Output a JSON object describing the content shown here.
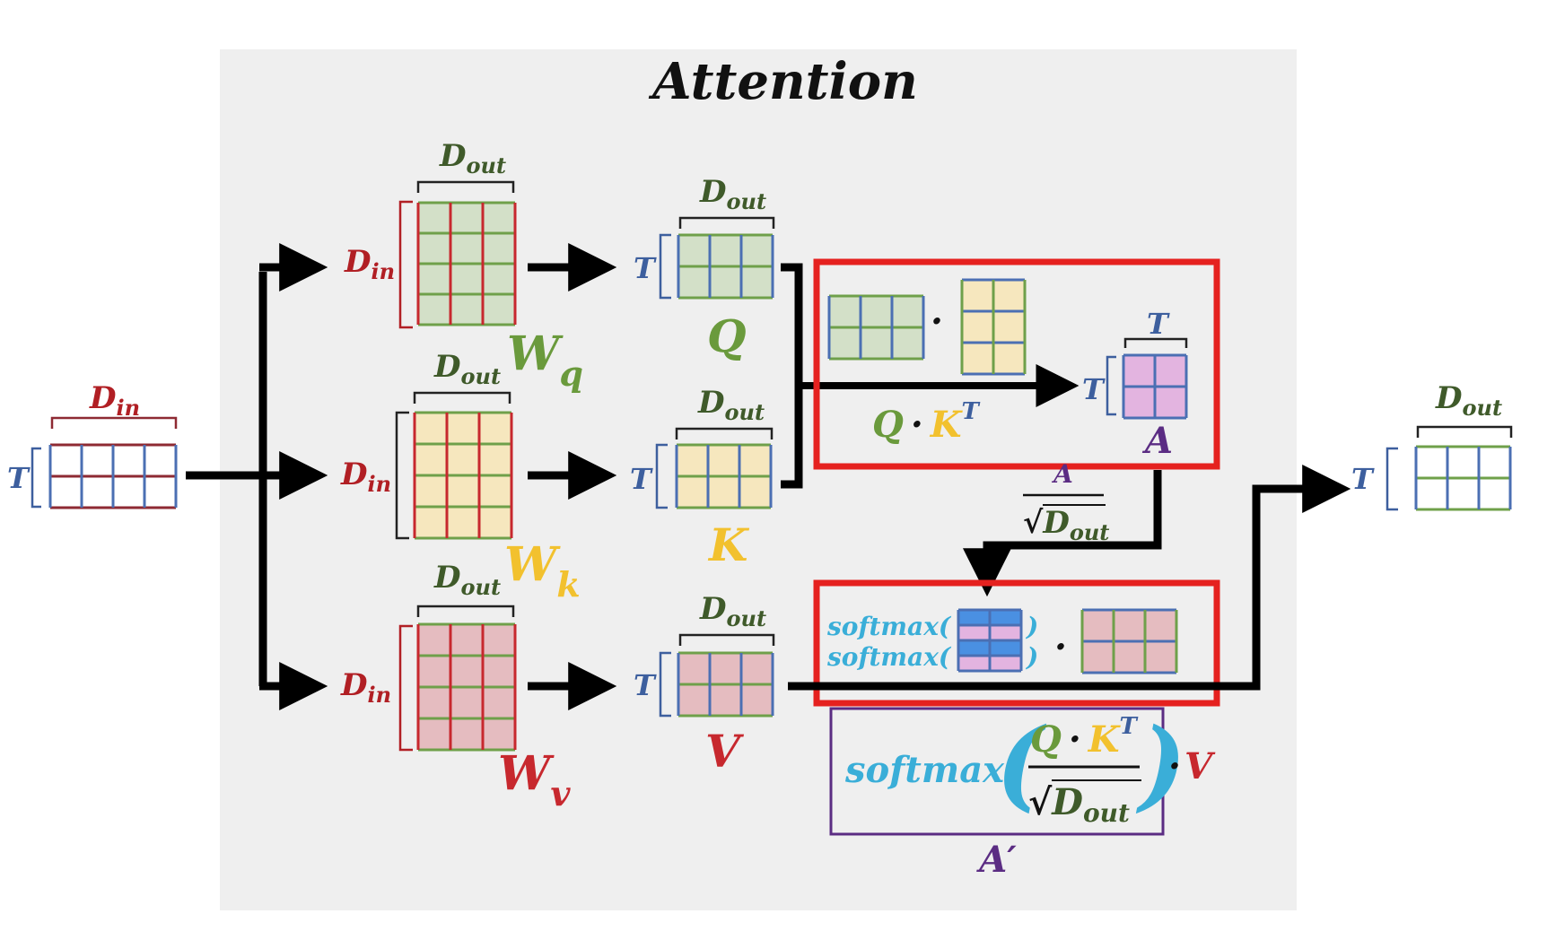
{
  "title": "Attention",
  "colors": {
    "panel": "#efefef",
    "arrow": "#000000",
    "red_box": "#e5211f",
    "purple_box": "#5b2c83",
    "label_red": "#b11f24",
    "label_green": "#6a9a3c",
    "label_darkgreen": "#3f5a2a",
    "label_blue": "#3d5f9e",
    "label_yellow": "#f2c12e",
    "label_purple": "#5b2c83",
    "label_cyan": "#3aaed8",
    "fill_green": "#d3e0c8",
    "fill_yellow": "#f6e7be",
    "fill_pink": "#e5bcc0",
    "fill_violet": "#e3b4e0",
    "fill_blueband": "#4a90e2",
    "grid_green": "#6fa04a",
    "grid_blue": "#4b6fb3",
    "grid_red": "#c7282e",
    "grid_darkred": "#8e2a33"
  },
  "labels": {
    "T": "T",
    "D": "D",
    "in": "in",
    "out": "out",
    "W": "W",
    "q": "q",
    "k": "k",
    "v": "v",
    "Q": "Q",
    "K": "K",
    "V": "V",
    "A": "A",
    "A_prime": "A′",
    "dot": "·",
    "sup_T": "T",
    "sqrt": "√",
    "softmax": "softmax(",
    "close_paren": ")",
    "softmax_word": "softmax",
    "paren_open": "(",
    "paren_close": ")"
  }
}
